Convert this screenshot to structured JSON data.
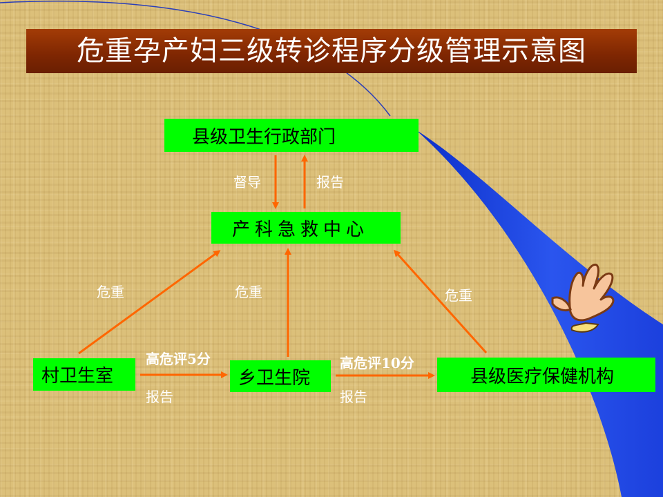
{
  "title": "危重孕产妇三级转诊程序分级管理示意图",
  "nodes": {
    "county_admin": "县级卫生行政部门",
    "obstetric_center": "产科急救中心",
    "village_clinic": "村卫生室",
    "township_hospital": "乡卫生院",
    "county_mch": "县级医疗保健机构"
  },
  "labels": {
    "supervise": "督导",
    "report_up": "报告",
    "critical_left": "危重",
    "critical_mid": "危重",
    "critical_right": "危重",
    "high_risk_5": "高危评5分",
    "report_left": "报告",
    "high_risk_10": "高危评10分",
    "report_right": "报告"
  },
  "colors": {
    "box": "#00ff00",
    "arrow": "#ff6600",
    "title_bg": "#8a2c04",
    "title_text": "#ffffff",
    "label_text": "#ffffff",
    "accent_swoosh": "#1a3fd6"
  }
}
